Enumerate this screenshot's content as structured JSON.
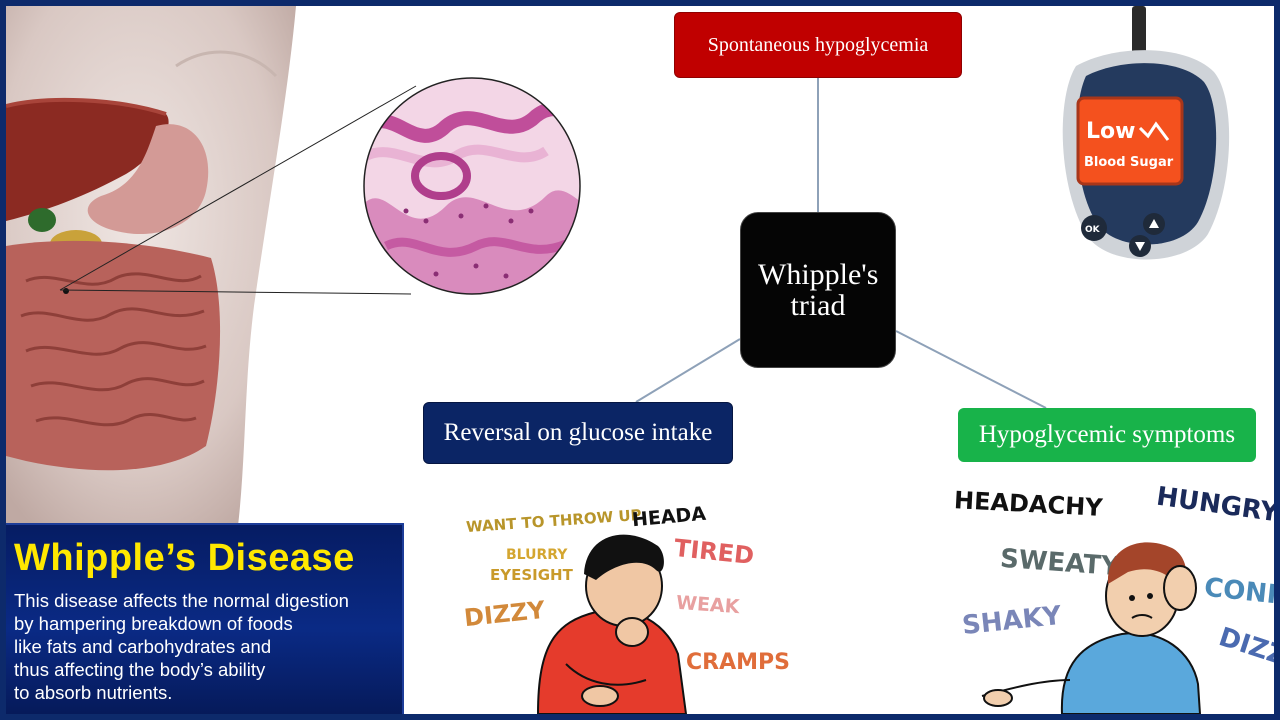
{
  "diagram": {
    "center": "Whipple's triad",
    "top": "Spontaneous hypoglycemia",
    "left": "Reversal on glucose intake",
    "right": "Hypoglycemic symptoms"
  },
  "meter": {
    "screen_line1": "Low",
    "screen_line2": "Blood Sugar",
    "ok_label": "OK"
  },
  "info": {
    "title": "Whipple’s Disease",
    "body": [
      "This disease affects the normal digestion",
      "by hampering breakdown of foods",
      "like fats and carbohydrates and",
      "thus affecting the body’s ability",
      "to absorb nutrients."
    ]
  },
  "symptoms_left": [
    "WANT TO THROW UP",
    "HEADA",
    "BLURRY",
    "EYESIGHT",
    "TIRED",
    "DIZZY",
    "WEAK",
    "CRAMPS"
  ],
  "symptoms_right": [
    "HEADACHY",
    "HUNGRY",
    "SWEATY",
    "SHAKY",
    "CONFU",
    "DIZZ"
  ],
  "colors": {
    "frame": "#0d2a6b",
    "top_node": "#c00000",
    "center_node": "#050505",
    "left_node": "#0b2565",
    "right_node": "#18b34a",
    "info_title": "#ffe800"
  }
}
